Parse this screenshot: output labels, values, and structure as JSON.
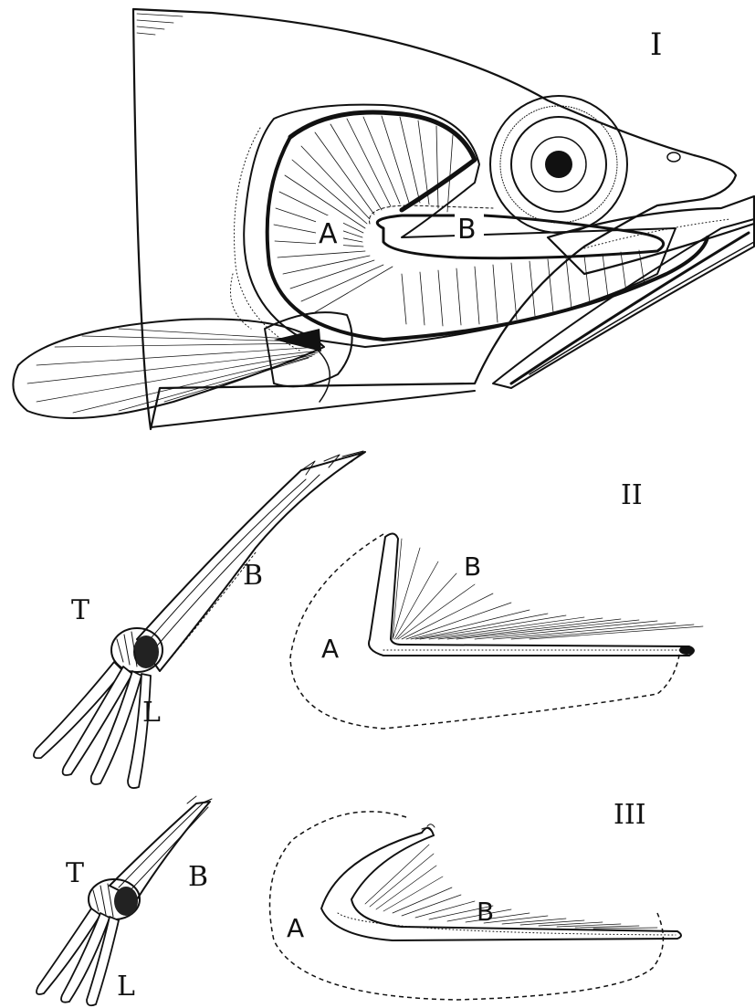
{
  "plate": {
    "fig1": {
      "roman": "I",
      "label_a": "A",
      "label_b": "B"
    },
    "fig2": {
      "roman": "II",
      "label_t": "T",
      "label_b_rod": "B",
      "label_l": "L",
      "label_a": "A",
      "label_b": "B"
    },
    "fig3": {
      "roman": "III",
      "label_t": "T",
      "label_b_rod": "B",
      "label_l": "L",
      "label_a": "A",
      "label_b": "B"
    }
  },
  "colors": {
    "ink": "#111111",
    "paper": "#ffffff"
  }
}
